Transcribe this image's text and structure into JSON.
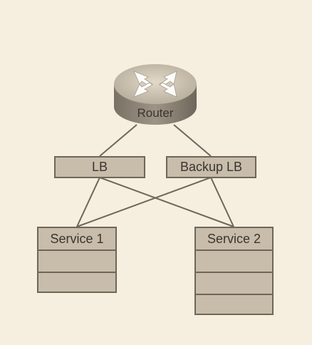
{
  "diagram": {
    "router_label": "Router",
    "lb_label": "LB",
    "backup_lb_label": "Backup LB",
    "service1": {
      "title": "Service 1",
      "rows": 3
    },
    "service2": {
      "title": "Service 2",
      "rows": 4
    }
  },
  "colors": {
    "background": "#f6eede",
    "box_fill": "#c8bdaa",
    "box_border": "#6f665b",
    "text": "#3a3530",
    "router_top": "#d2c8b6",
    "router_side": "#8b8275",
    "arrow": "#ffffff"
  },
  "icons": {
    "router": "router-icon"
  }
}
